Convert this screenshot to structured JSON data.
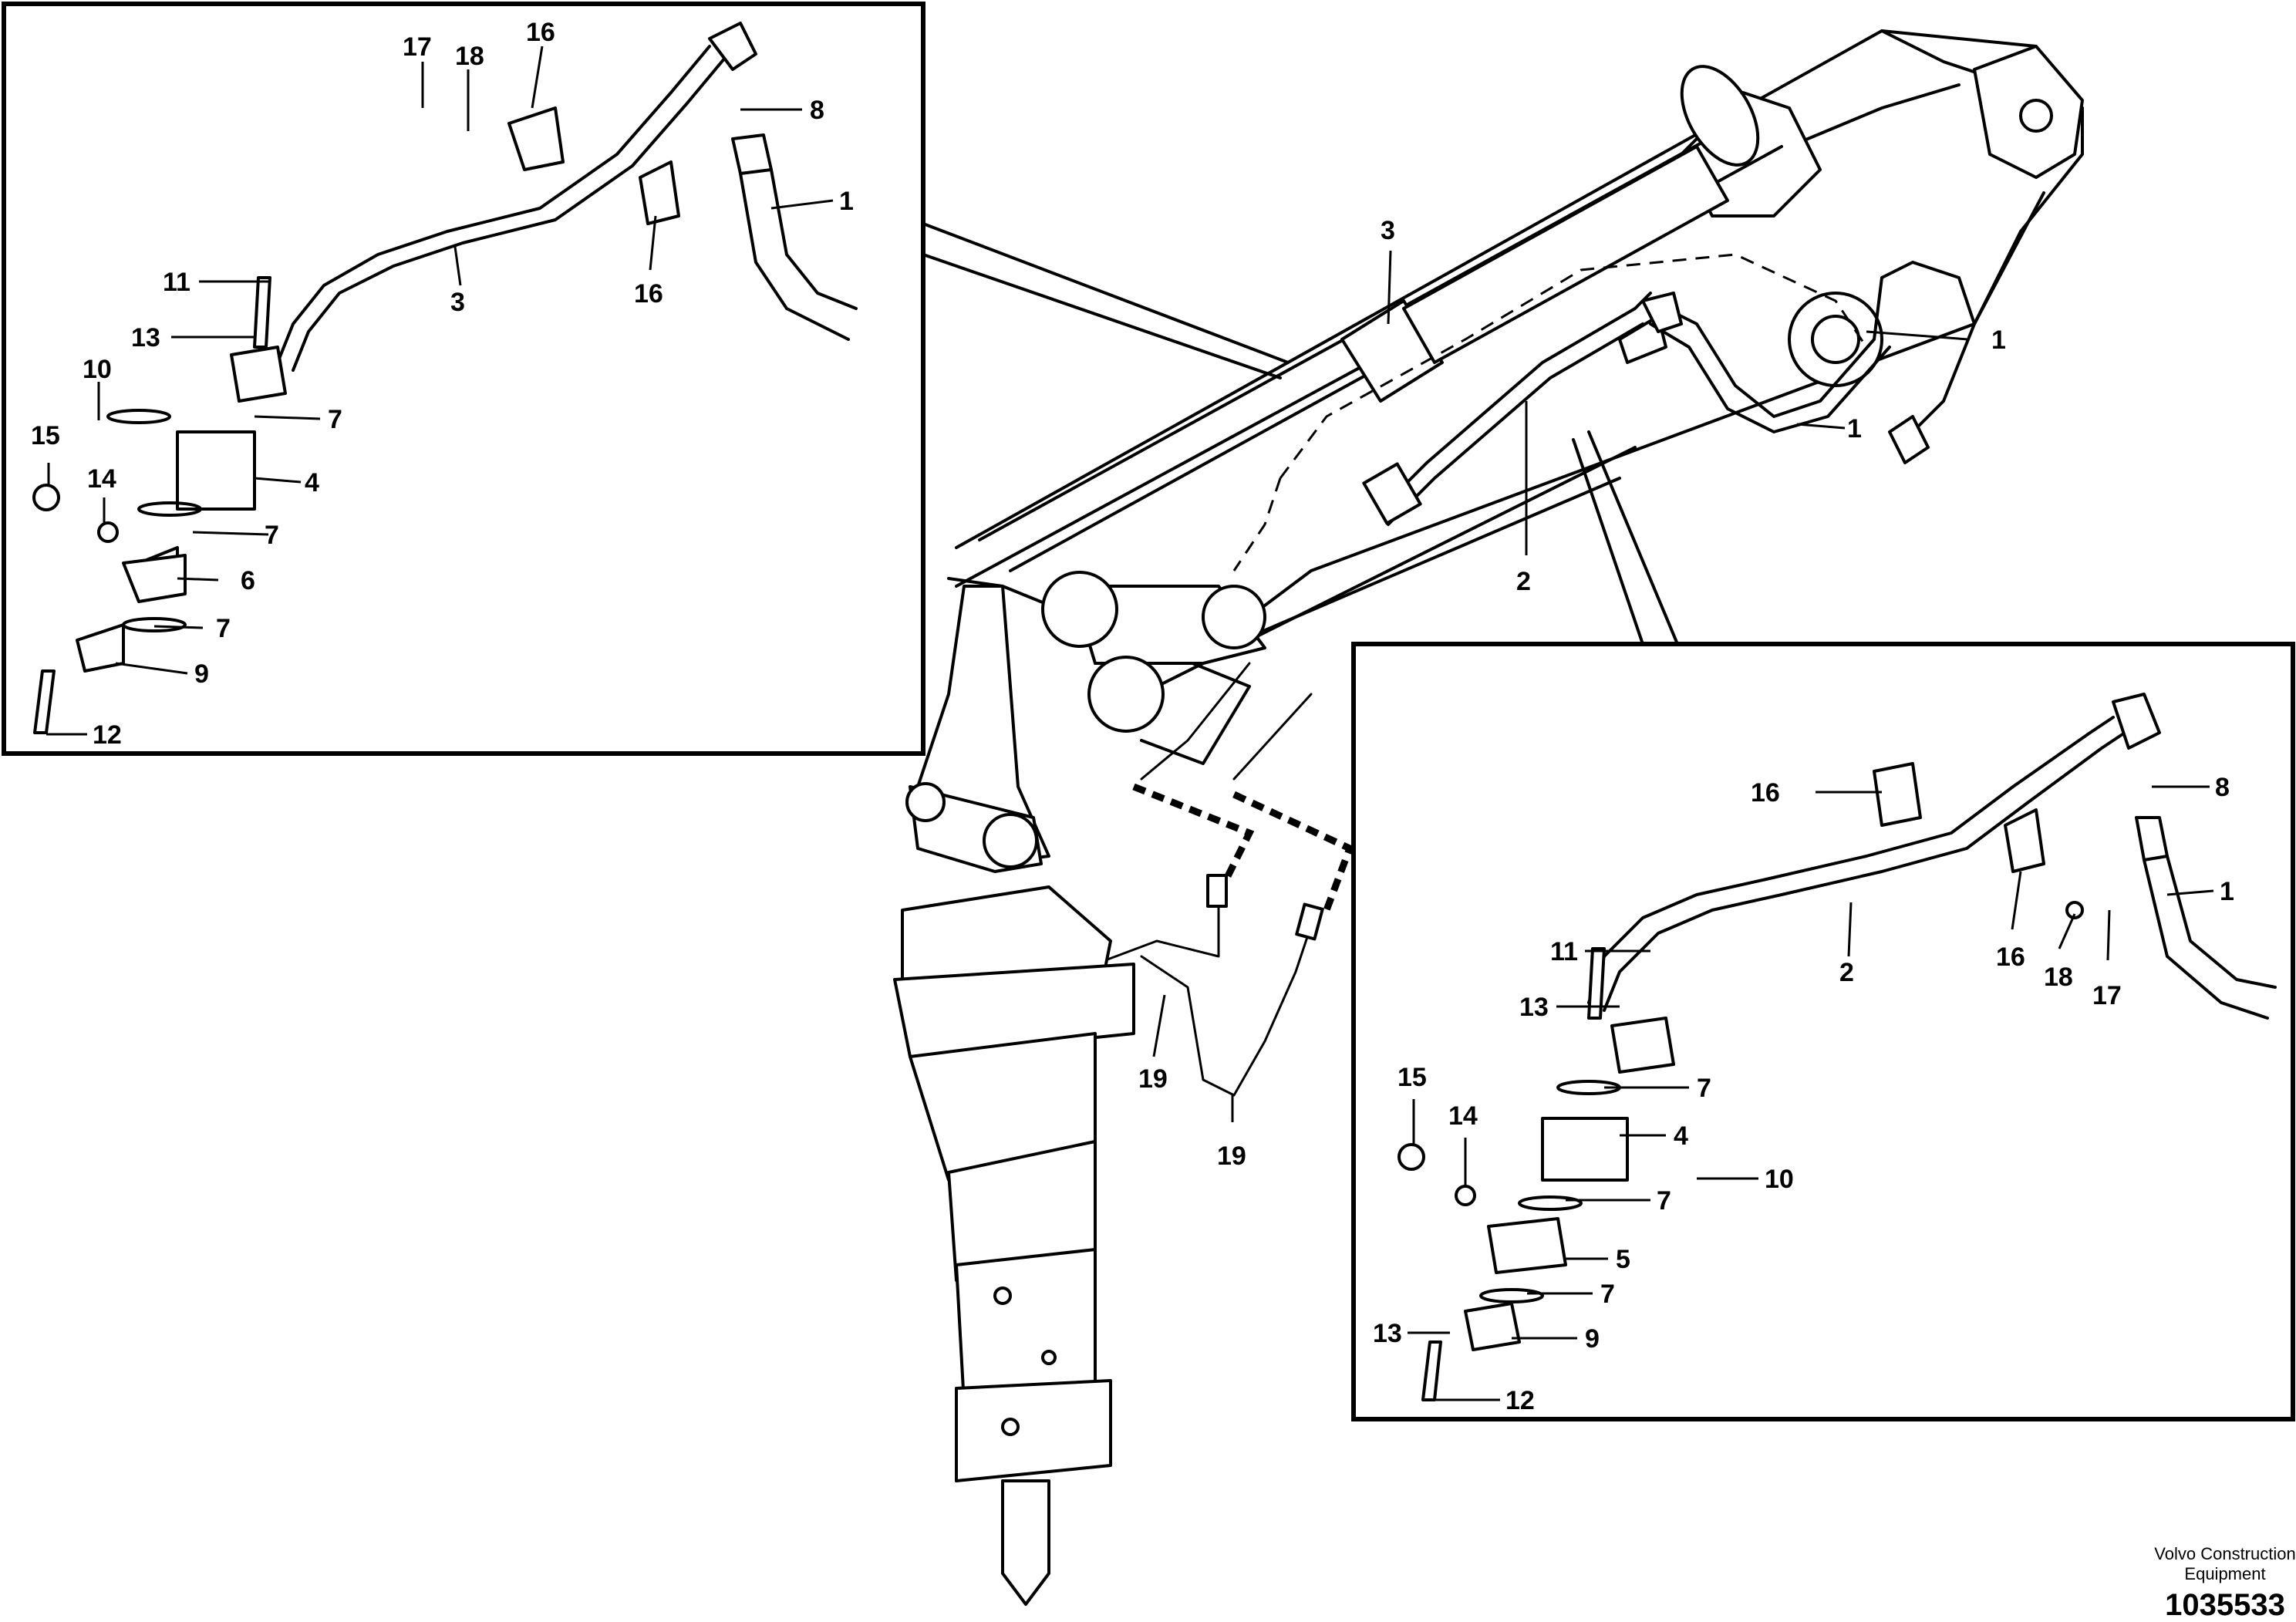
{
  "callouts": {
    "left": {
      "c17": "17",
      "c18": "18",
      "c16a": "16",
      "c8": "8",
      "c1": "1",
      "c3": "3",
      "c16b": "16",
      "c11": "11",
      "c13": "13",
      "c10": "10",
      "c7a": "7",
      "c15": "15",
      "c14": "14",
      "c4": "4",
      "c7b": "7",
      "c6": "6",
      "c7c": "7",
      "c9": "9",
      "c12": "12"
    },
    "center": {
      "c3": "3",
      "c1a": "1",
      "c1b": "1",
      "c2": "2",
      "c19a": "19",
      "c19b": "19"
    },
    "right": {
      "c16a": "16",
      "c8": "8",
      "c1": "1",
      "c2": "2",
      "c16b": "16",
      "c18": "18",
      "c17": "17",
      "c11": "11",
      "c13a": "13",
      "c7a": "7",
      "c15": "15",
      "c14": "14",
      "c4": "4",
      "c10": "10",
      "c7b": "7",
      "c5": "5",
      "c7c": "7",
      "c13b": "13",
      "c9": "9",
      "c12": "12"
    }
  },
  "footer": {
    "company_line1": "Volvo Construction",
    "company_line2": "Equipment",
    "figure_number": "1035533"
  }
}
